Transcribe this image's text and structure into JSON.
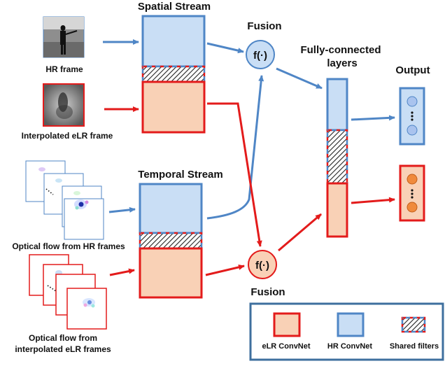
{
  "colors": {
    "blue": "#4f86c6",
    "blue_fill": "#c9def5",
    "red": "#e31b1b",
    "red_fill": "#f9d1b6",
    "orange_dot": "#f08a3c",
    "blue_dot": "#a9c3ee",
    "legend_border": "#3e6f9e"
  },
  "labels": {
    "spatial_stream": "Spatial Stream",
    "temporal_stream": "Temporal Stream",
    "fusion_top": "Fusion",
    "fusion_bottom": "Fusion",
    "fusion_symbol": "f(·)",
    "fc_line1": "Fully-connected",
    "fc_line2": "layers",
    "output": "Output"
  },
  "inputs": {
    "hr_frame": "HR frame",
    "elr_frame": "Interpolated eLR frame",
    "flow_hr": "Optical flow from HR frames",
    "flow_elr_line1": "Optical flow from",
    "flow_elr_line2": "interpolated eLR frames"
  },
  "legend": {
    "elr": "eLR ConvNet",
    "hr": "HR ConvNet",
    "shared": "Shared filters"
  }
}
